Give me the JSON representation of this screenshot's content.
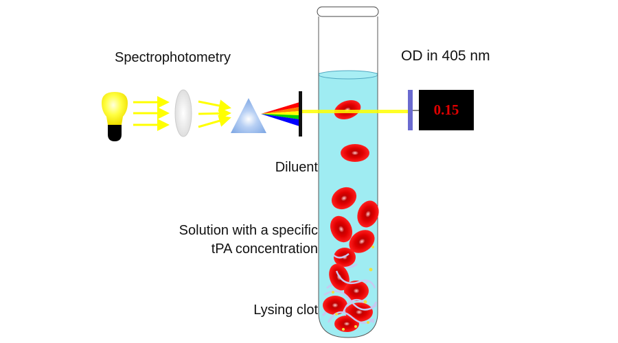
{
  "diagram": {
    "title": "Spectrophotometry",
    "measurement_title": "OD in 405 nm",
    "od_value": "0.15",
    "labels": {
      "diluent": "Diluent",
      "solution_line1": "Solution with a specific",
      "solution_line2": "tPA concentration",
      "clot": "Lysing clot"
    },
    "components": [
      "light-bulb",
      "lens",
      "prism",
      "slit",
      "test-tube",
      "detector",
      "od-readout"
    ],
    "colors": {
      "light": "#ffff00",
      "liquid": "#9fecf2",
      "rbc": "#e60000",
      "prism": "#8fb4ea",
      "detector": "#6a6ad0",
      "readout_text": "#e00000",
      "fibrin": "#c8c8f0"
    }
  }
}
